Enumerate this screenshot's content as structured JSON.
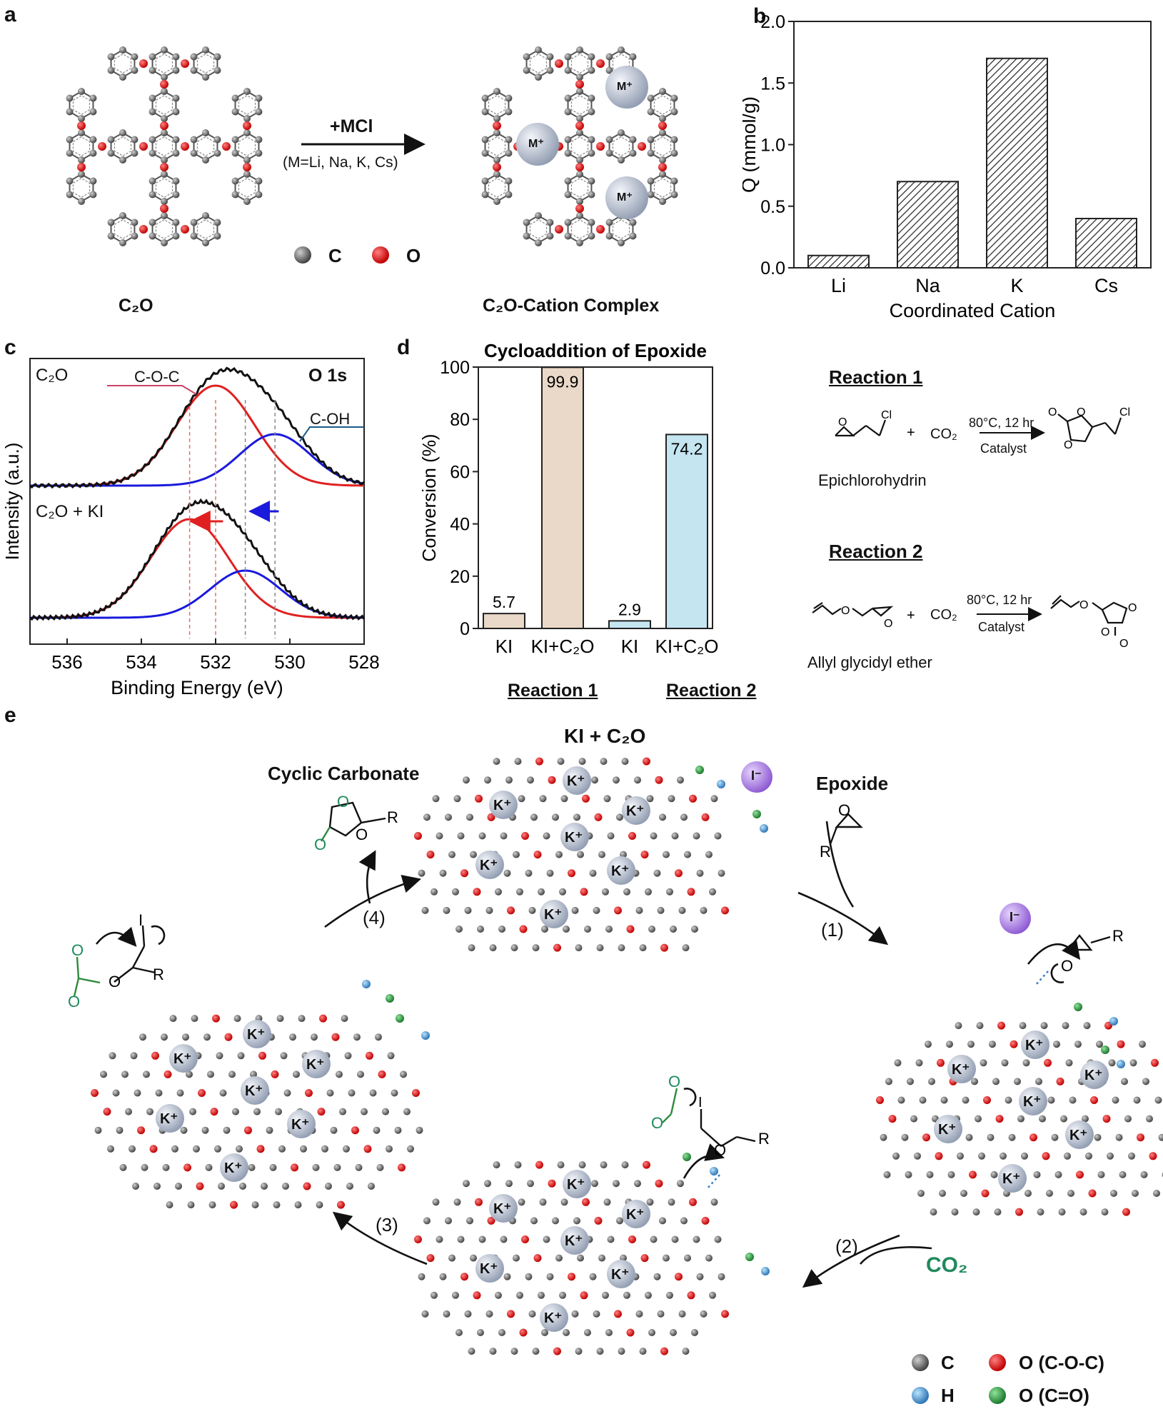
{
  "panels": {
    "a": {
      "letter": "a",
      "left_label": "C₂O",
      "right_label": "C₂O-Cation Complex",
      "arrow_top": "+MCl",
      "arrow_bottom": "(M=Li, Na, K, Cs)",
      "metal_label": "M⁺",
      "legend_c": "C",
      "legend_o": "O"
    },
    "b": {
      "letter": "b"
    },
    "c": {
      "letter": "c",
      "top_label": "C₂O",
      "bottom_label": "C₂O + KI",
      "tag": "O 1s",
      "peak1": "C-O-C",
      "peak2": "C-OH"
    },
    "d": {
      "letter": "d",
      "reaction1_title": "Reaction 1",
      "reaction1_reagent": "CO₂",
      "reaction1_conditions": "80°C, 12 hr",
      "reaction1_catalyst": "Catalyst",
      "reaction1_name": "Epichlorohydrin",
      "reaction2_title": "Reaction 2",
      "reaction2_reagent": "CO₂",
      "reaction2_conditions": "80°C, 12 hr",
      "reaction2_catalyst": "Catalyst",
      "reaction2_name": "Allyl glycidyl ether",
      "group1": "Reaction 1",
      "group2": "Reaction 2"
    },
    "e": {
      "letter": "e",
      "center_title": "KI + C₂O",
      "cyclic_carbonate": "Cyclic Carbonate",
      "epoxide": "Epoxide",
      "iodide": "I⁻",
      "step1": "(1)",
      "step2": "(2)",
      "step3": "(3)",
      "step4": "(4)",
      "co2": "CO₂",
      "cation": "K⁺",
      "legend": [
        "C",
        "O (C-O-C)",
        "H",
        "O (C=O)"
      ]
    }
  },
  "colors": {
    "carbon": "#555555",
    "oxygen": "#dd1111",
    "hydrogen": "#3a7fc0",
    "carbonyl_o": "#2e8b3a",
    "xps_red": "#e02020",
    "xps_blue": "#1a1adc",
    "bar_r1": "#ead9c8",
    "bar_r2": "#c5e5f1",
    "green_text": "#1f8a5c",
    "iodide": "#9b6fd6"
  },
  "chart_data": [
    {
      "type": "bar",
      "panel": "b",
      "categories": [
        "Li",
        "Na",
        "K",
        "Cs"
      ],
      "values": [
        0.1,
        0.7,
        1.7,
        0.4
      ],
      "xlabel": "Coordinated Cation",
      "ylabel": "Q (mmol/g)",
      "ylim": [
        0,
        2.0
      ],
      "yticks": [
        "0.0",
        "0.5",
        "1.0",
        "1.5",
        "2.0"
      ],
      "pattern": "hatched"
    },
    {
      "type": "line",
      "panel": "c",
      "xlabel": "Binding Energy (eV)",
      "ylabel": "Intensity (a.u.)",
      "xlim": [
        537,
        528
      ],
      "xticks": [
        "536",
        "534",
        "532",
        "530",
        "528"
      ],
      "series": [
        {
          "name": "C-O-C",
          "peak": 532.0
        },
        {
          "name": "C-OH",
          "peak": 530.4
        },
        {
          "name": "C-O-C",
          "peak": 532.7
        },
        {
          "name": "C-OH",
          "peak": 531.2
        }
      ]
    },
    {
      "type": "bar",
      "panel": "d",
      "title": "Cycloaddition of Epoxide",
      "ylabel": "Conversion (%)",
      "ylim": [
        0,
        100
      ],
      "yticks": [
        "0",
        "20",
        "40",
        "60",
        "80",
        "100"
      ],
      "categories": [
        "KI",
        "KI+C₂O",
        "KI",
        "KI+C₂O"
      ],
      "values": [
        5.7,
        99.9,
        2.9,
        74.2
      ],
      "value_labels": [
        "5.7",
        "99.9",
        "2.9",
        "74.2"
      ]
    }
  ]
}
